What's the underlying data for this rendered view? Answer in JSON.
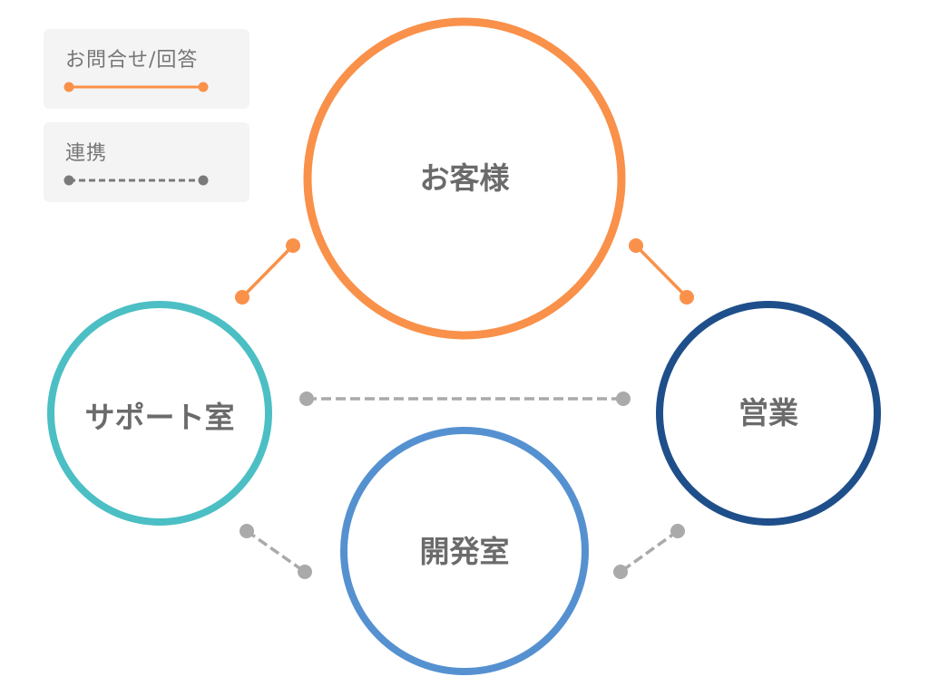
{
  "legend": {
    "inquiry": {
      "label": "お問合せ/回答",
      "color": "#f9914a",
      "line_style": "solid"
    },
    "cooperation": {
      "label": "連携",
      "color": "#7a7a7a",
      "line_style": "dashed"
    }
  },
  "nodes": {
    "customer": {
      "label": "お客様",
      "color": "#f9914a"
    },
    "support": {
      "label": "サポート室",
      "color": "#4bbfc4"
    },
    "sales": {
      "label": "営業",
      "color": "#1f4f8a"
    },
    "development": {
      "label": "開発室",
      "color": "#5591d0"
    }
  },
  "connections": [
    {
      "from": "customer",
      "to": "support",
      "type": "inquiry"
    },
    {
      "from": "customer",
      "to": "sales",
      "type": "inquiry"
    },
    {
      "from": "support",
      "to": "sales",
      "type": "cooperation"
    },
    {
      "from": "support",
      "to": "development",
      "type": "cooperation"
    },
    {
      "from": "sales",
      "to": "development",
      "type": "cooperation"
    }
  ],
  "colors": {
    "inquiry_line": "#f9914a",
    "cooperation_line": "#aaaaaa",
    "label_text": "#6b6b6b"
  }
}
